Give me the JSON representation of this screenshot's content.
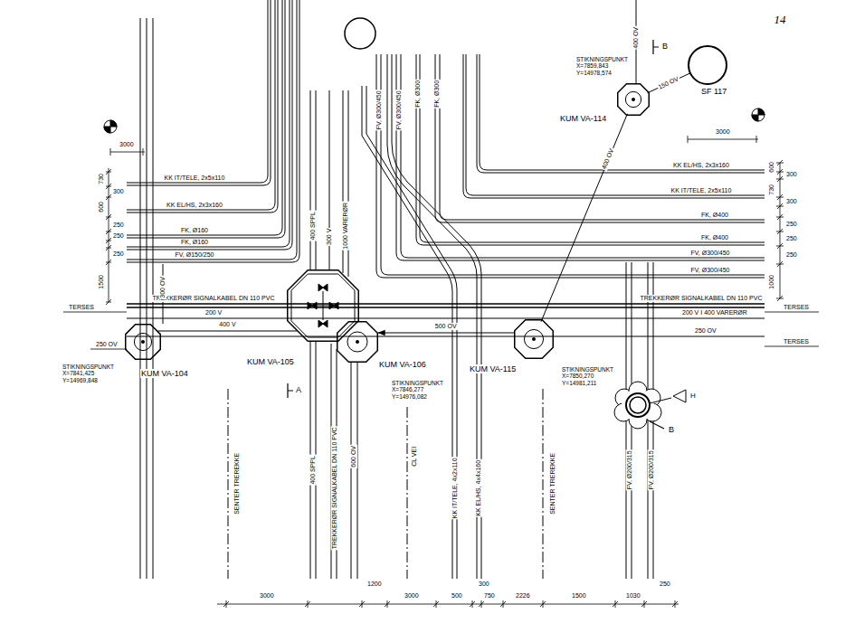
{
  "diagram": {
    "nodes": [
      {
        "text": [
          "STIKNINGSPUNKT X=7859,843 Y=14978,574",
          "KUM VA-114"
        ]
      },
      {
        "text": [
          "SF 117"
        ]
      },
      {
        "text": [
          "STIKNINGSPUNKT X=7841,425 Y=14969,848",
          "KUM VA-104"
        ]
      },
      {
        "text": [
          "KUM VA-105"
        ]
      },
      {
        "text": [
          "KUM VA-106",
          "STIKNINGSPUNKT X=7846,277 Y=14976,082"
        ]
      },
      {
        "text": [
          "KUM VA-115",
          "STIKNINGSPUNKT X=7850,270 Y=14981,211"
        ]
      }
    ],
    "edges": [
      {
        "from": 0,
        "to": 1,
        "arrow": "none",
        "label": "150 OV"
      },
      {
        "from": 0,
        "to": 5,
        "arrow": "none",
        "label": "400 OV"
      },
      {
        "from": 2,
        "to": 3,
        "arrow": "none",
        "label": "400 V"
      },
      {
        "from": 5,
        "to": 4,
        "arrow": "to",
        "label": "500 OV"
      }
    ],
    "labels": [
      "14",
      "FV, Ø300/450",
      "FV, Ø300/450",
      "FK, Ø300",
      "FK, Ø300",
      "400 OV",
      "B",
      "3000",
      "3000",
      "KK IT/TELE, 2x5x110",
      "KK EL/HS, 2x3x160",
      "FK, Ø160",
      "FK, Ø160",
      "FV, Ø150/250",
      "TREKKERØR SIGNALKABEL DN 110 PVC",
      "200 V",
      "250 OV",
      "TERSES",
      "KK EL/HS, 2x3x160",
      "KK IT/TELE, 2x5x110",
      "FK, Ø400",
      "FK, Ø400",
      "FV, Ø300/450",
      "FV, Ø300/450",
      "TREKKERØR SIGNALKABEL DN 110 PVC",
      "200 V I 400 VARERØR",
      "250 OV",
      "TERSES",
      "TERSES",
      "730",
      "300",
      "600",
      "250",
      "250",
      "250",
      "1500",
      "300 OV",
      "600",
      "300",
      "730",
      "300",
      "250",
      "250",
      "250",
      "1000",
      "400 SPPL",
      "300 V",
      "1000 VARERØR",
      "A",
      "H",
      "B",
      "SENTER TREREKKE",
      "400 SPPL",
      "TREKKERØR SIGNALKABEL DN 110 PVC",
      "600 OV",
      "CL VEI",
      "KK IT/TELE, 4x2x110",
      "KK EL/HS, 4x4x160",
      "SENTER TREREKKE",
      "FV, Ø200/315",
      "FV, Ø200/315",
      "3000",
      "1200",
      "3000",
      "500",
      "300",
      "750",
      "2226",
      "1500",
      "1030",
      "250"
    ]
  }
}
